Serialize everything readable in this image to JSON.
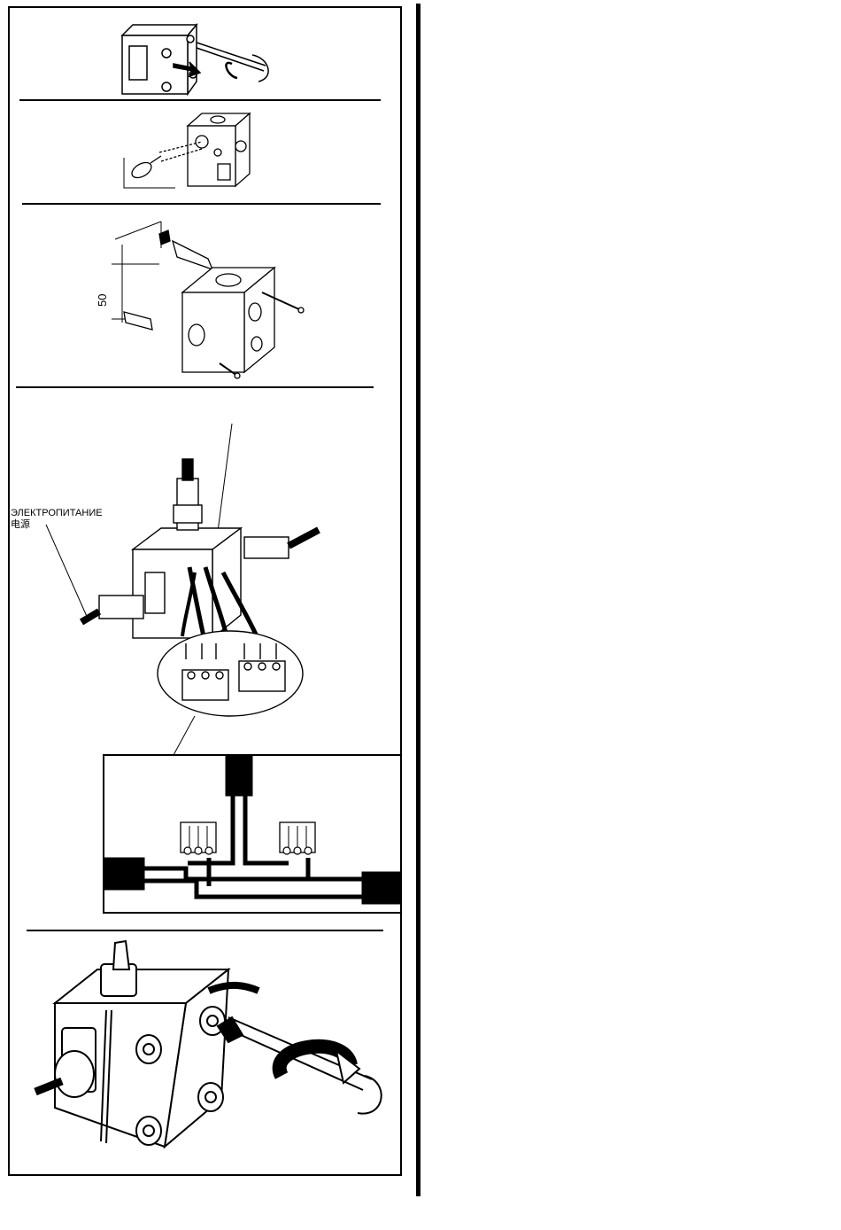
{
  "panels": {
    "step3": {
      "dimension_label": "50"
    },
    "step4": {
      "power_label_ru": "ЭЛЕКТРОПИТАНИЕ",
      "power_label_zh": "电源"
    }
  }
}
